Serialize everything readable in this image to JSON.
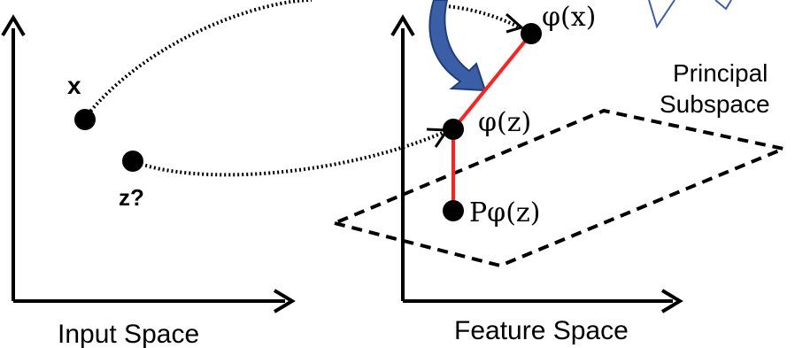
{
  "labels": {
    "input_space": "Input Space",
    "feature_space": "Feature Space",
    "principal_line1": "Principal",
    "principal_line2": "Subspace",
    "point_x": "x",
    "point_z": "z?",
    "phi_x": "φ(x)",
    "phi_z": "φ(z)",
    "p_phi_z": "Pφ(z)"
  },
  "colors": {
    "axis": "#000000",
    "point": "#000000",
    "projection_line": "#ff2020",
    "curved_arrow": "#3b5fa6",
    "curved_arrow_outline": "#1f3d7a"
  }
}
